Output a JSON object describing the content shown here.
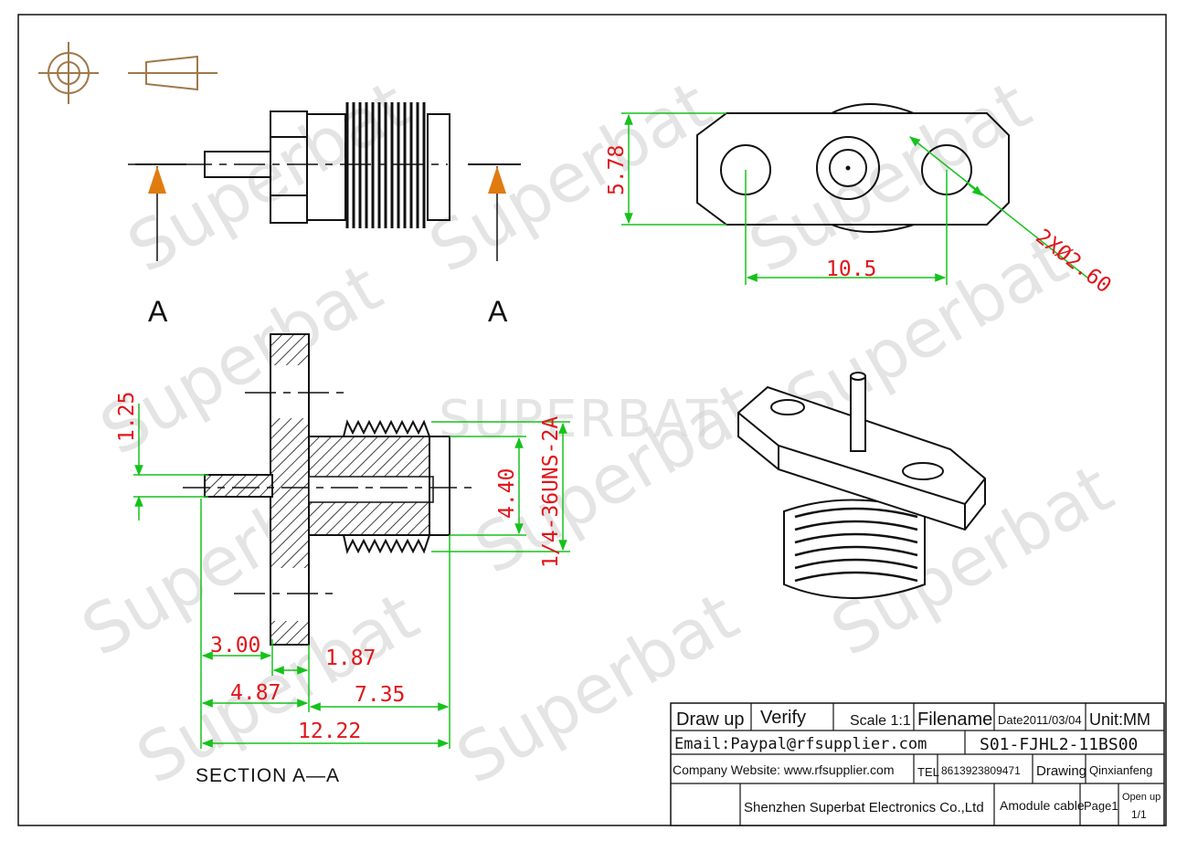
{
  "watermark": {
    "text": "Superbat",
    "center_text": "SUPERBAT"
  },
  "section_marks": {
    "left": "A",
    "right": "A",
    "caption": "SECTION  A—A"
  },
  "dimensions": {
    "d_578": "5.78",
    "d_105": "10.5",
    "d_hole": "2XØ2.60",
    "d_125": "1.25",
    "d_440": "4.40",
    "d_thread": "1/4-36UNS-2A",
    "d_300": "3.00",
    "d_187": "1.87",
    "d_487": "4.87",
    "d_735": "7.35",
    "d_1222": "12.22"
  },
  "title_block": {
    "draw_up": "Draw up",
    "verify": "Verify",
    "scale": "Scale 1:1",
    "filename": "Filename",
    "date": "Date2011/03/04",
    "unit": "Unit:MM",
    "email": "Email:Paypal@rfsupplier.com",
    "part_no": "S01-FJHL2-11BS00",
    "website": "Company Website:  www.rfsupplier.com",
    "tel_label": "TEL",
    "tel": "8613923809471",
    "drawing": "Drawing",
    "drawer": "Qinxianfeng",
    "company": "Shenzhen Superbat Electronics Co.,Ltd",
    "product": "Amodule cable",
    "page": "Page1",
    "open_up": "Open up",
    "sheets": "1/1"
  }
}
